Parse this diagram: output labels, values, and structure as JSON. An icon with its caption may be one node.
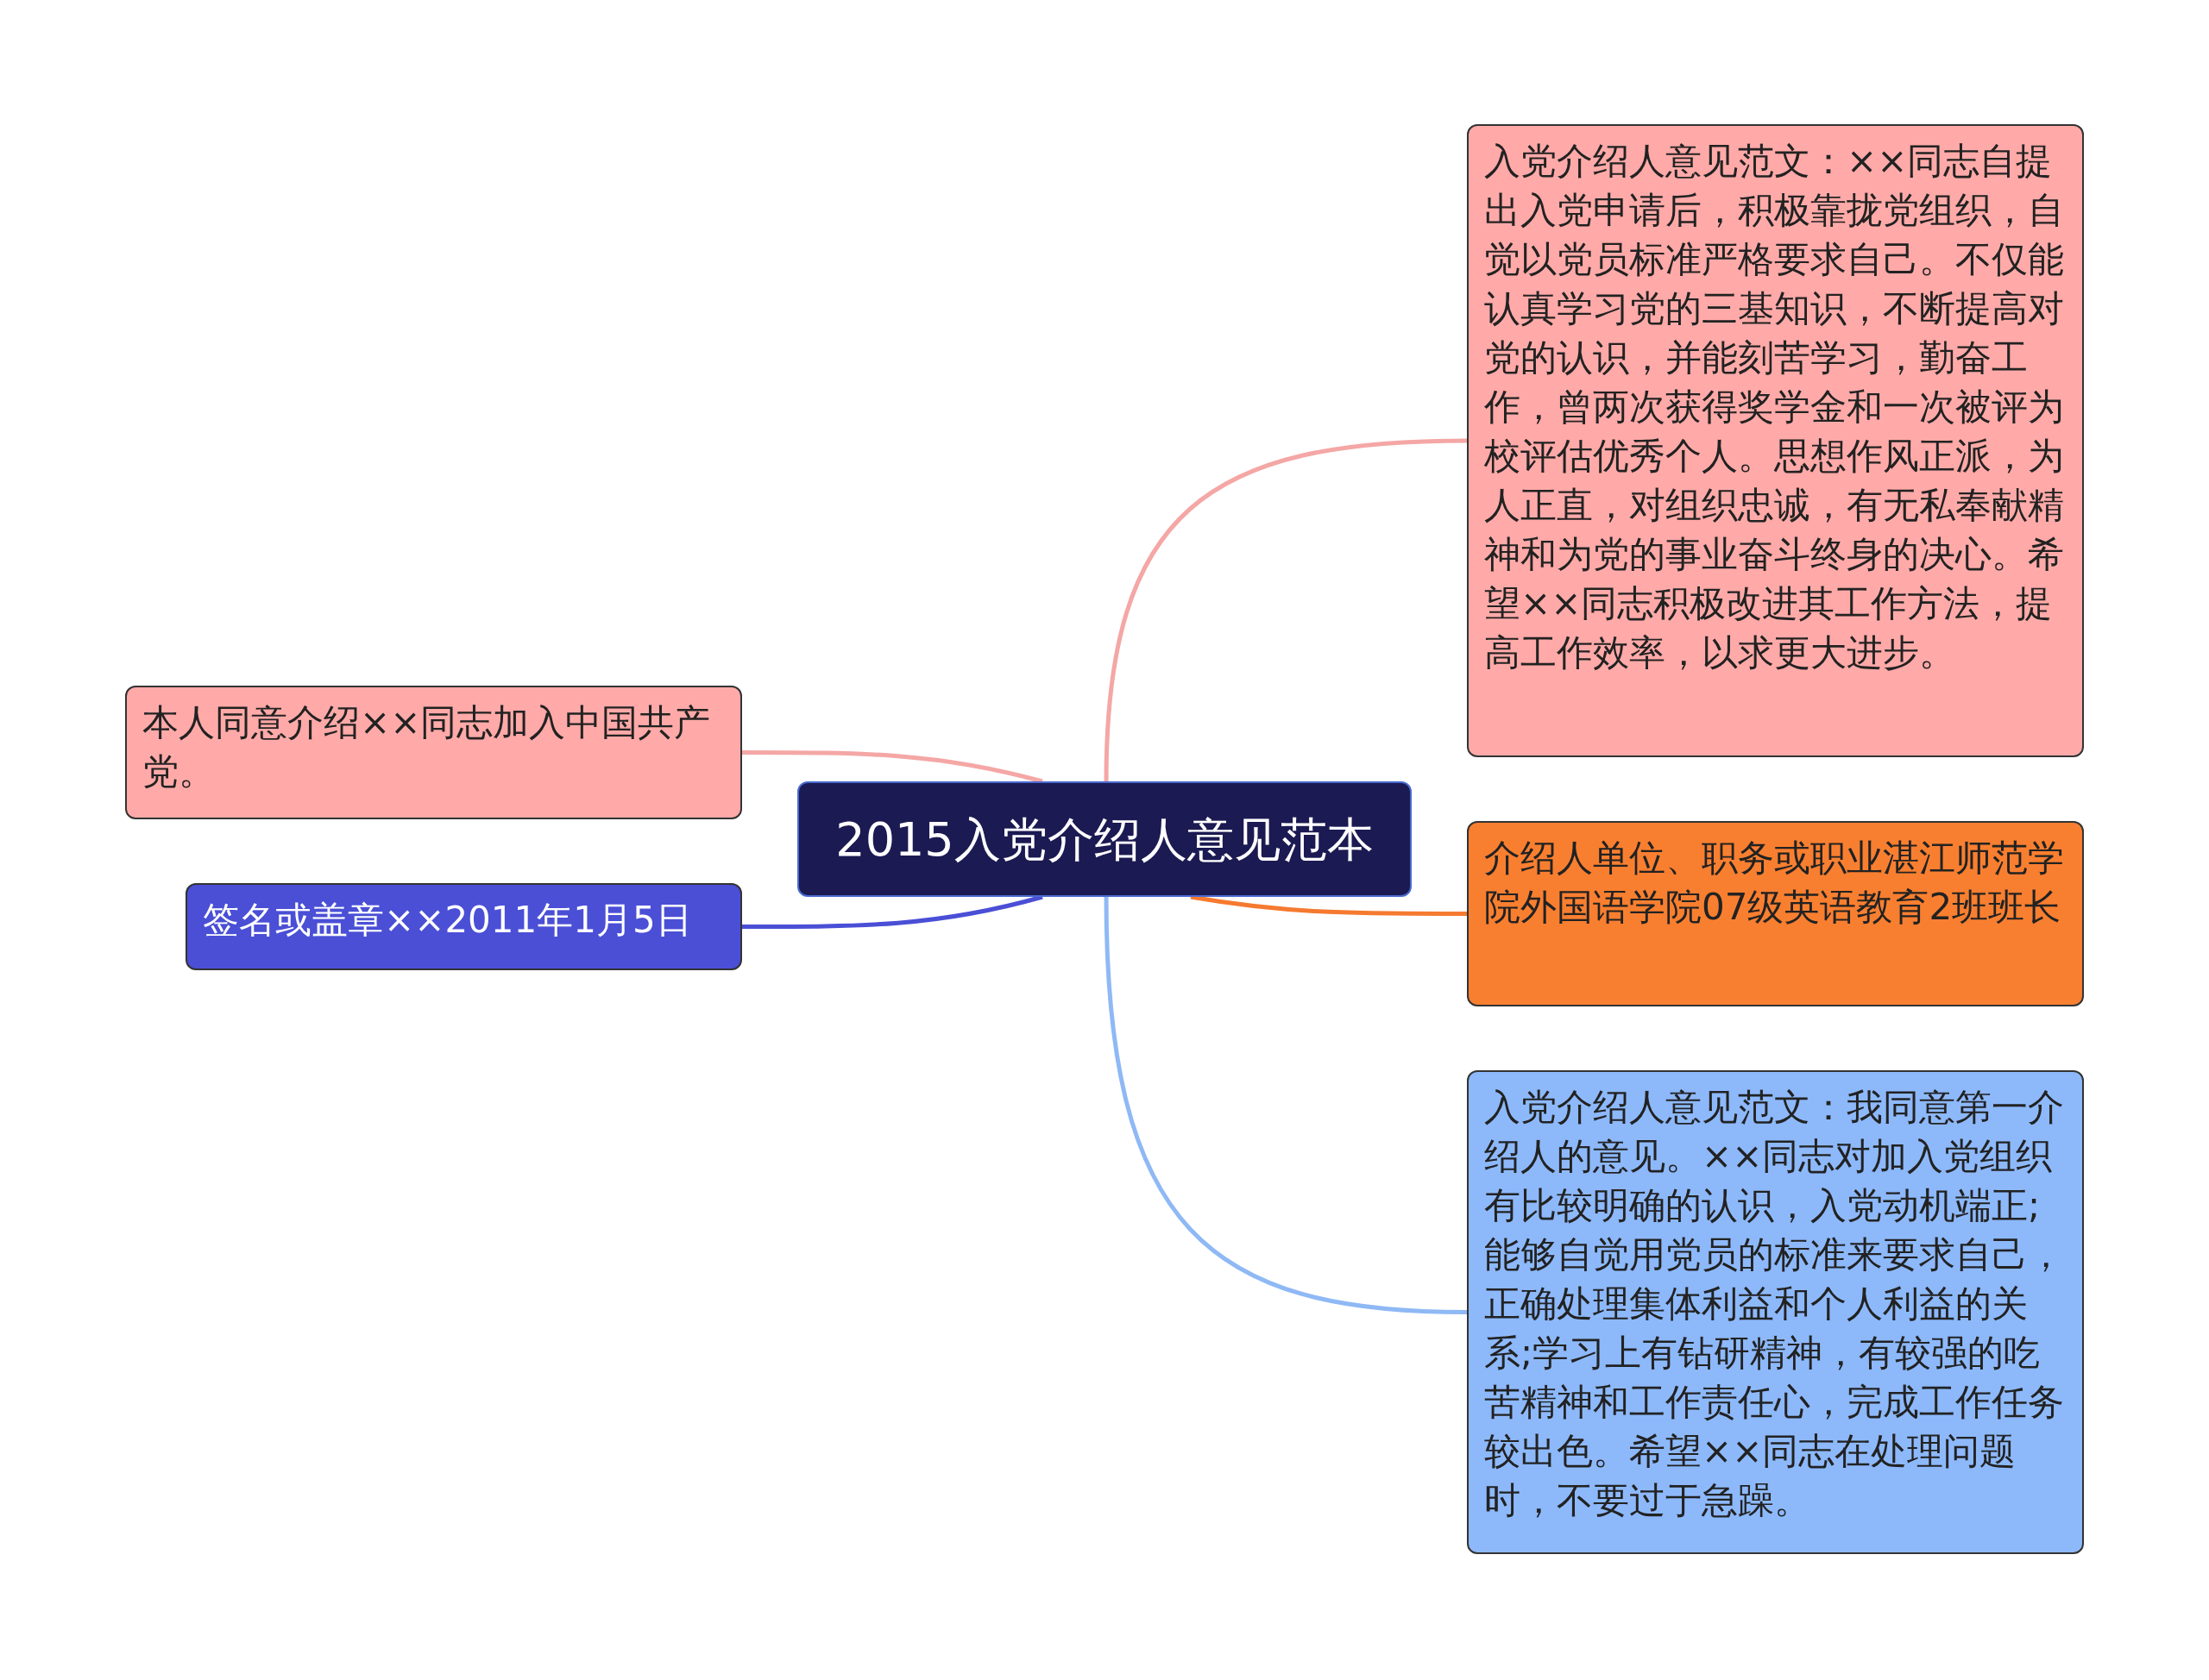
{
  "diagram": {
    "nodes": [
      {
        "text": [
          "2015入党介绍人意见范本"
        ]
      },
      {
        "text": [
          "入党介绍人意见范文：××同志自提出入党申请后，积极靠拢党组织，自觉以党员标准严格要求自己。不仅能认真学习党的三基知识，不断提高对党的认识，并能刻苦学习，勤奋工作，曾两次获得奖学金和一次被评为校评估优秀个人。思想作风正派，为人正直，对组织忠诚，有无私奉献精神和为党的事业奋斗终身的决心。希望××同志积极改进其工作方法，提高工作效率，以求更大进步。"
        ]
      },
      {
        "text": [
          "介绍人单位、职务或职业湛江师范学院外国语学院07级英语教育2班班长"
        ]
      },
      {
        "text": [
          "入党介绍人意见范文：我同意第一介绍人的意见。××同志对加入党组织有比较明确的认识，入党动机端正;能够自觉用党员的标准来要求自己，正确处理集体利益和个人利益的关系;学习上有钻研精神，有较强的吃苦精神和工作责任心，完成工作任务较出色。希望××同志在处理问题时，不要过于急躁。"
        ]
      },
      {
        "text": [
          "本人同意介绍××同志加入中国共产党。"
        ]
      },
      {
        "text": [
          "签名或盖章××2011年1月5日"
        ]
      }
    ],
    "edges": [
      {
        "from": 0,
        "to": 1,
        "arrow": "none",
        "color": "#f4a7a5"
      },
      {
        "from": 0,
        "to": 2,
        "arrow": "none",
        "color": "#f57a30"
      },
      {
        "from": 0,
        "to": 3,
        "arrow": "none",
        "color": "#8fb9f5"
      },
      {
        "from": 0,
        "to": 4,
        "arrow": "none",
        "color": "#f4a7a5"
      },
      {
        "from": 0,
        "to": 5,
        "arrow": "none",
        "color": "#4a4fd6"
      }
    ]
  }
}
